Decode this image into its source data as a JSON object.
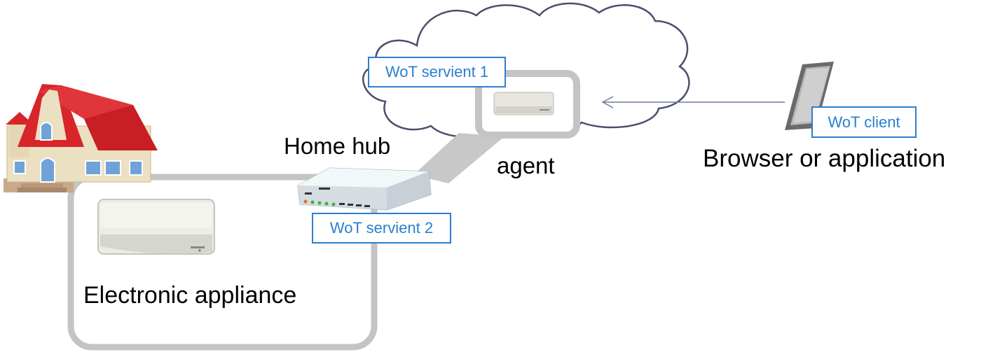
{
  "labels": {
    "home_hub": "Home hub",
    "agent": "agent",
    "browser": "Browser or application",
    "appliance": "Electronic appliance"
  },
  "servients": {
    "servient1": "WoT servient 1",
    "servient2": "WoT servient 2",
    "client": "WoT client"
  },
  "colors": {
    "box_border": "#2a7fd0",
    "frame_gray": "#c4c4c4",
    "cloud_stroke": "#4a4f6e",
    "arrow": "#6f7a9c",
    "roof_red": "#d8252a"
  }
}
